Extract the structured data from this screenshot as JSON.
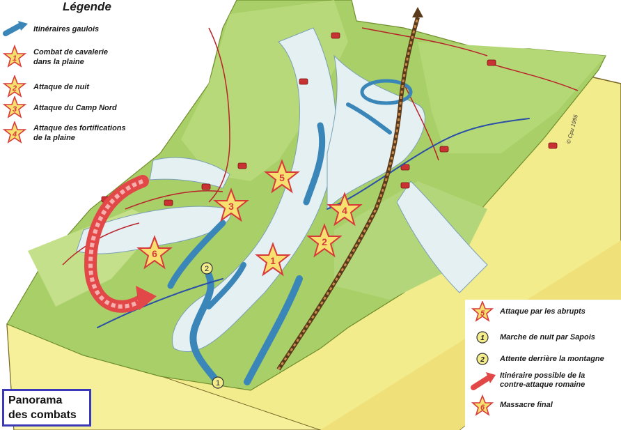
{
  "legend": {
    "title": "Légende",
    "items": [
      {
        "icon": "blue-arrow-icon",
        "label": "Itinéraires gaulois"
      },
      {
        "icon": "star-1-icon",
        "number": "1",
        "label_line1": "Combat de cavalerie",
        "label_line2": "dans la plaine"
      },
      {
        "icon": "star-2-icon",
        "number": "2",
        "label_line1": "Attaque de nuit"
      },
      {
        "icon": "star-3-icon",
        "number": "3",
        "label_line1": "Attaque du Camp Nord"
      },
      {
        "icon": "star-4-icon",
        "number": "4",
        "label_line1": "Attaque des fortifications",
        "label_line2": "de la plaine"
      }
    ]
  },
  "legend_bottom": {
    "items": [
      {
        "icon": "star-5-icon",
        "number": "5",
        "label": "Attaque par les abrupts"
      },
      {
        "icon": "circle-1-icon",
        "number": "1",
        "label": "Marche de nuit par Sapois"
      },
      {
        "icon": "circle-2-icon",
        "number": "2",
        "label": "Attente derrière la montagne"
      },
      {
        "icon": "red-arrow-icon",
        "label_line1": "Itinéraire possible de la",
        "label_line2": "contre-attaque romaine"
      },
      {
        "icon": "star-6-icon",
        "number": "6",
        "label": "Massacre final"
      }
    ]
  },
  "map_markers": {
    "stars": [
      "5",
      "3",
      "4",
      "2",
      "1",
      "6"
    ],
    "circles": [
      "2",
      "1"
    ]
  },
  "title_box": {
    "line1": "Panorama",
    "line2": "des combats"
  },
  "signature": "© Cpu 1995",
  "colors": {
    "sand": "#f3ec8c",
    "grass": "#9cc85c",
    "valley": "#e4f0f2",
    "gaul_blue": "#3a86b8",
    "roman_red": "#d83a3a",
    "star_fill": "#f6e070",
    "cliff_red": "#b8232a",
    "frame": "#3a3ab8"
  }
}
